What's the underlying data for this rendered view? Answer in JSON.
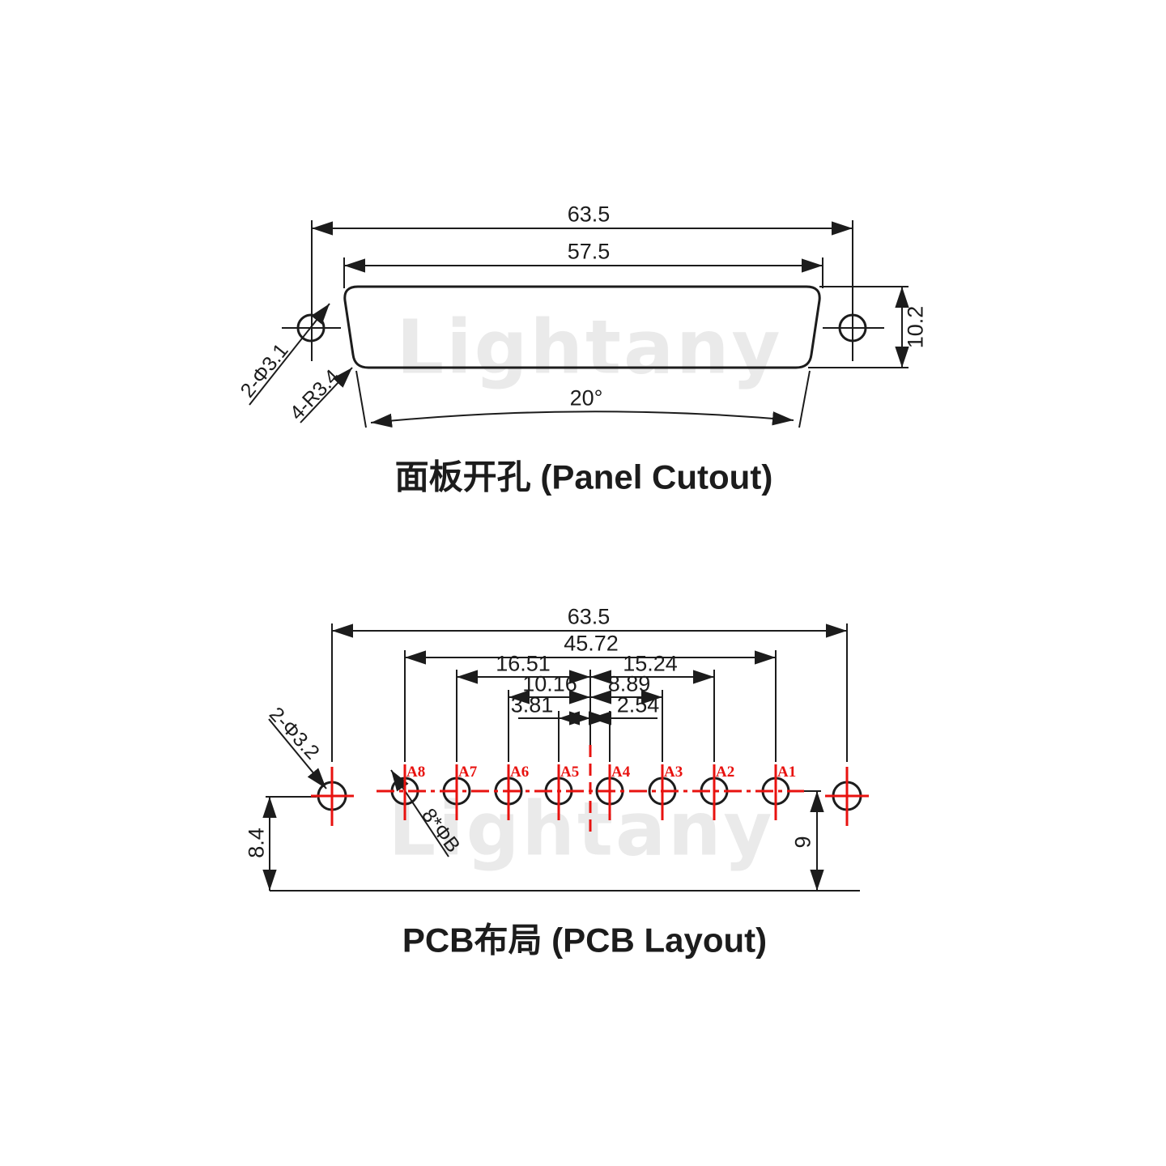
{
  "watermark": {
    "text": "Lightany",
    "color": "#eaeaea"
  },
  "panel_cutout": {
    "title": "面板开孔 (Panel Cutout)",
    "dims": {
      "outer_width": "63.5",
      "cutout_width": "57.5",
      "cutout_height": "10.2",
      "side_angle": "20°",
      "mount_holes": "2-Φ3.1",
      "corner_radius": "4-R3.4"
    }
  },
  "pcb_layout": {
    "title": "PCB布局 (PCB Layout)",
    "dims": {
      "outer_width": "63.5",
      "row_span": "45.72",
      "a7_to_center": "16.51",
      "center_to_a2": "15.24",
      "a6_to_center": "10.16",
      "center_to_a3": "8.89",
      "a5_to_center": "3.81",
      "center_to_a4": "2.54",
      "left_height": "8.4",
      "right_height": "9",
      "mount_holes": "2-Φ3.2",
      "pin_holes": "8*ΦB"
    },
    "pins": [
      {
        "label": "A8"
      },
      {
        "label": "A7"
      },
      {
        "label": "A6"
      },
      {
        "label": "A5"
      },
      {
        "label": "A4"
      },
      {
        "label": "A3"
      },
      {
        "label": "A2"
      },
      {
        "label": "A1"
      }
    ],
    "colors": {
      "accent_red": "#e8120f",
      "line_black": "#1c1c1c"
    }
  }
}
